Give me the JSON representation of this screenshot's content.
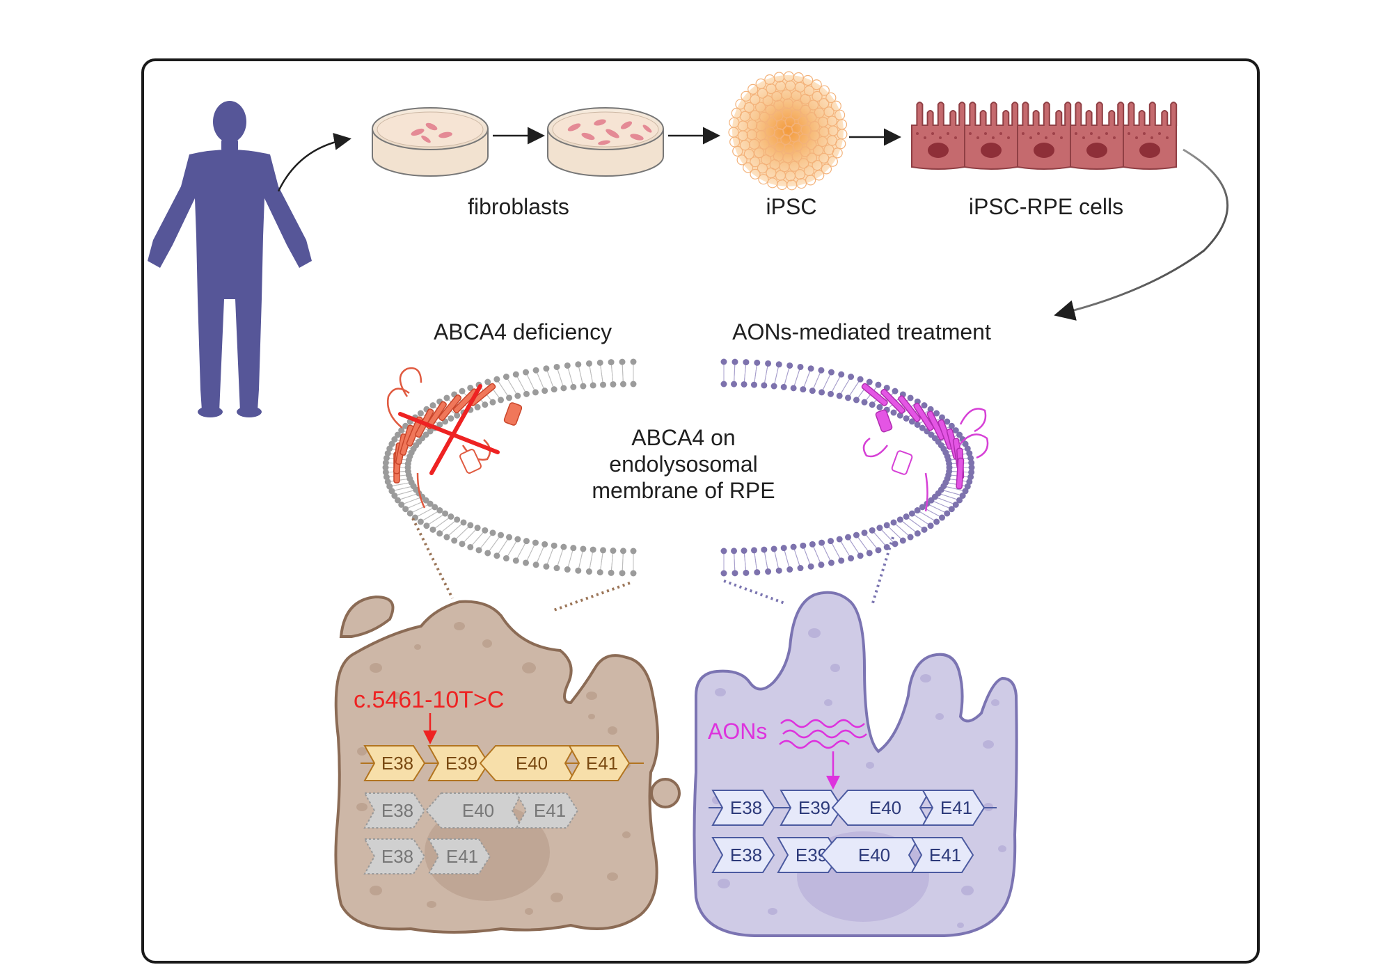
{
  "workflow": {
    "fibroblasts_label": "fibroblasts",
    "ipsc_label": "iPSC",
    "rpe_label": "iPSC-RPE cells"
  },
  "membranes": {
    "left_title": "ABCA4 deficiency",
    "right_title": "AONs-mediated treatment",
    "center_line1": "ABCA4 on",
    "center_line2": "endolysosomal",
    "center_line3": "membrane of RPE"
  },
  "left_cell": {
    "mutation_label": "c.5461-10T>C",
    "pre_mrna": [
      "E38",
      "E39",
      "E40",
      "E41"
    ],
    "transcript_a": [
      "E38",
      "E40",
      "E41"
    ],
    "transcript_b": [
      "E38",
      "E41"
    ]
  },
  "right_cell": {
    "aons_label": "AONs",
    "pre_mrna": [
      "E38",
      "E39",
      "E40",
      "E41"
    ],
    "transcript": [
      "E38",
      "E39",
      "E40",
      "E41"
    ]
  },
  "colors": {
    "human": "#565698",
    "mutation": "#ee2222",
    "aons": "#dd33dd",
    "left_cell_fill": "#cdb7a7",
    "right_cell_fill": "#cfcbe6",
    "abca4_defective": "#f0775a",
    "abca4_treated": "#e455e4"
  }
}
